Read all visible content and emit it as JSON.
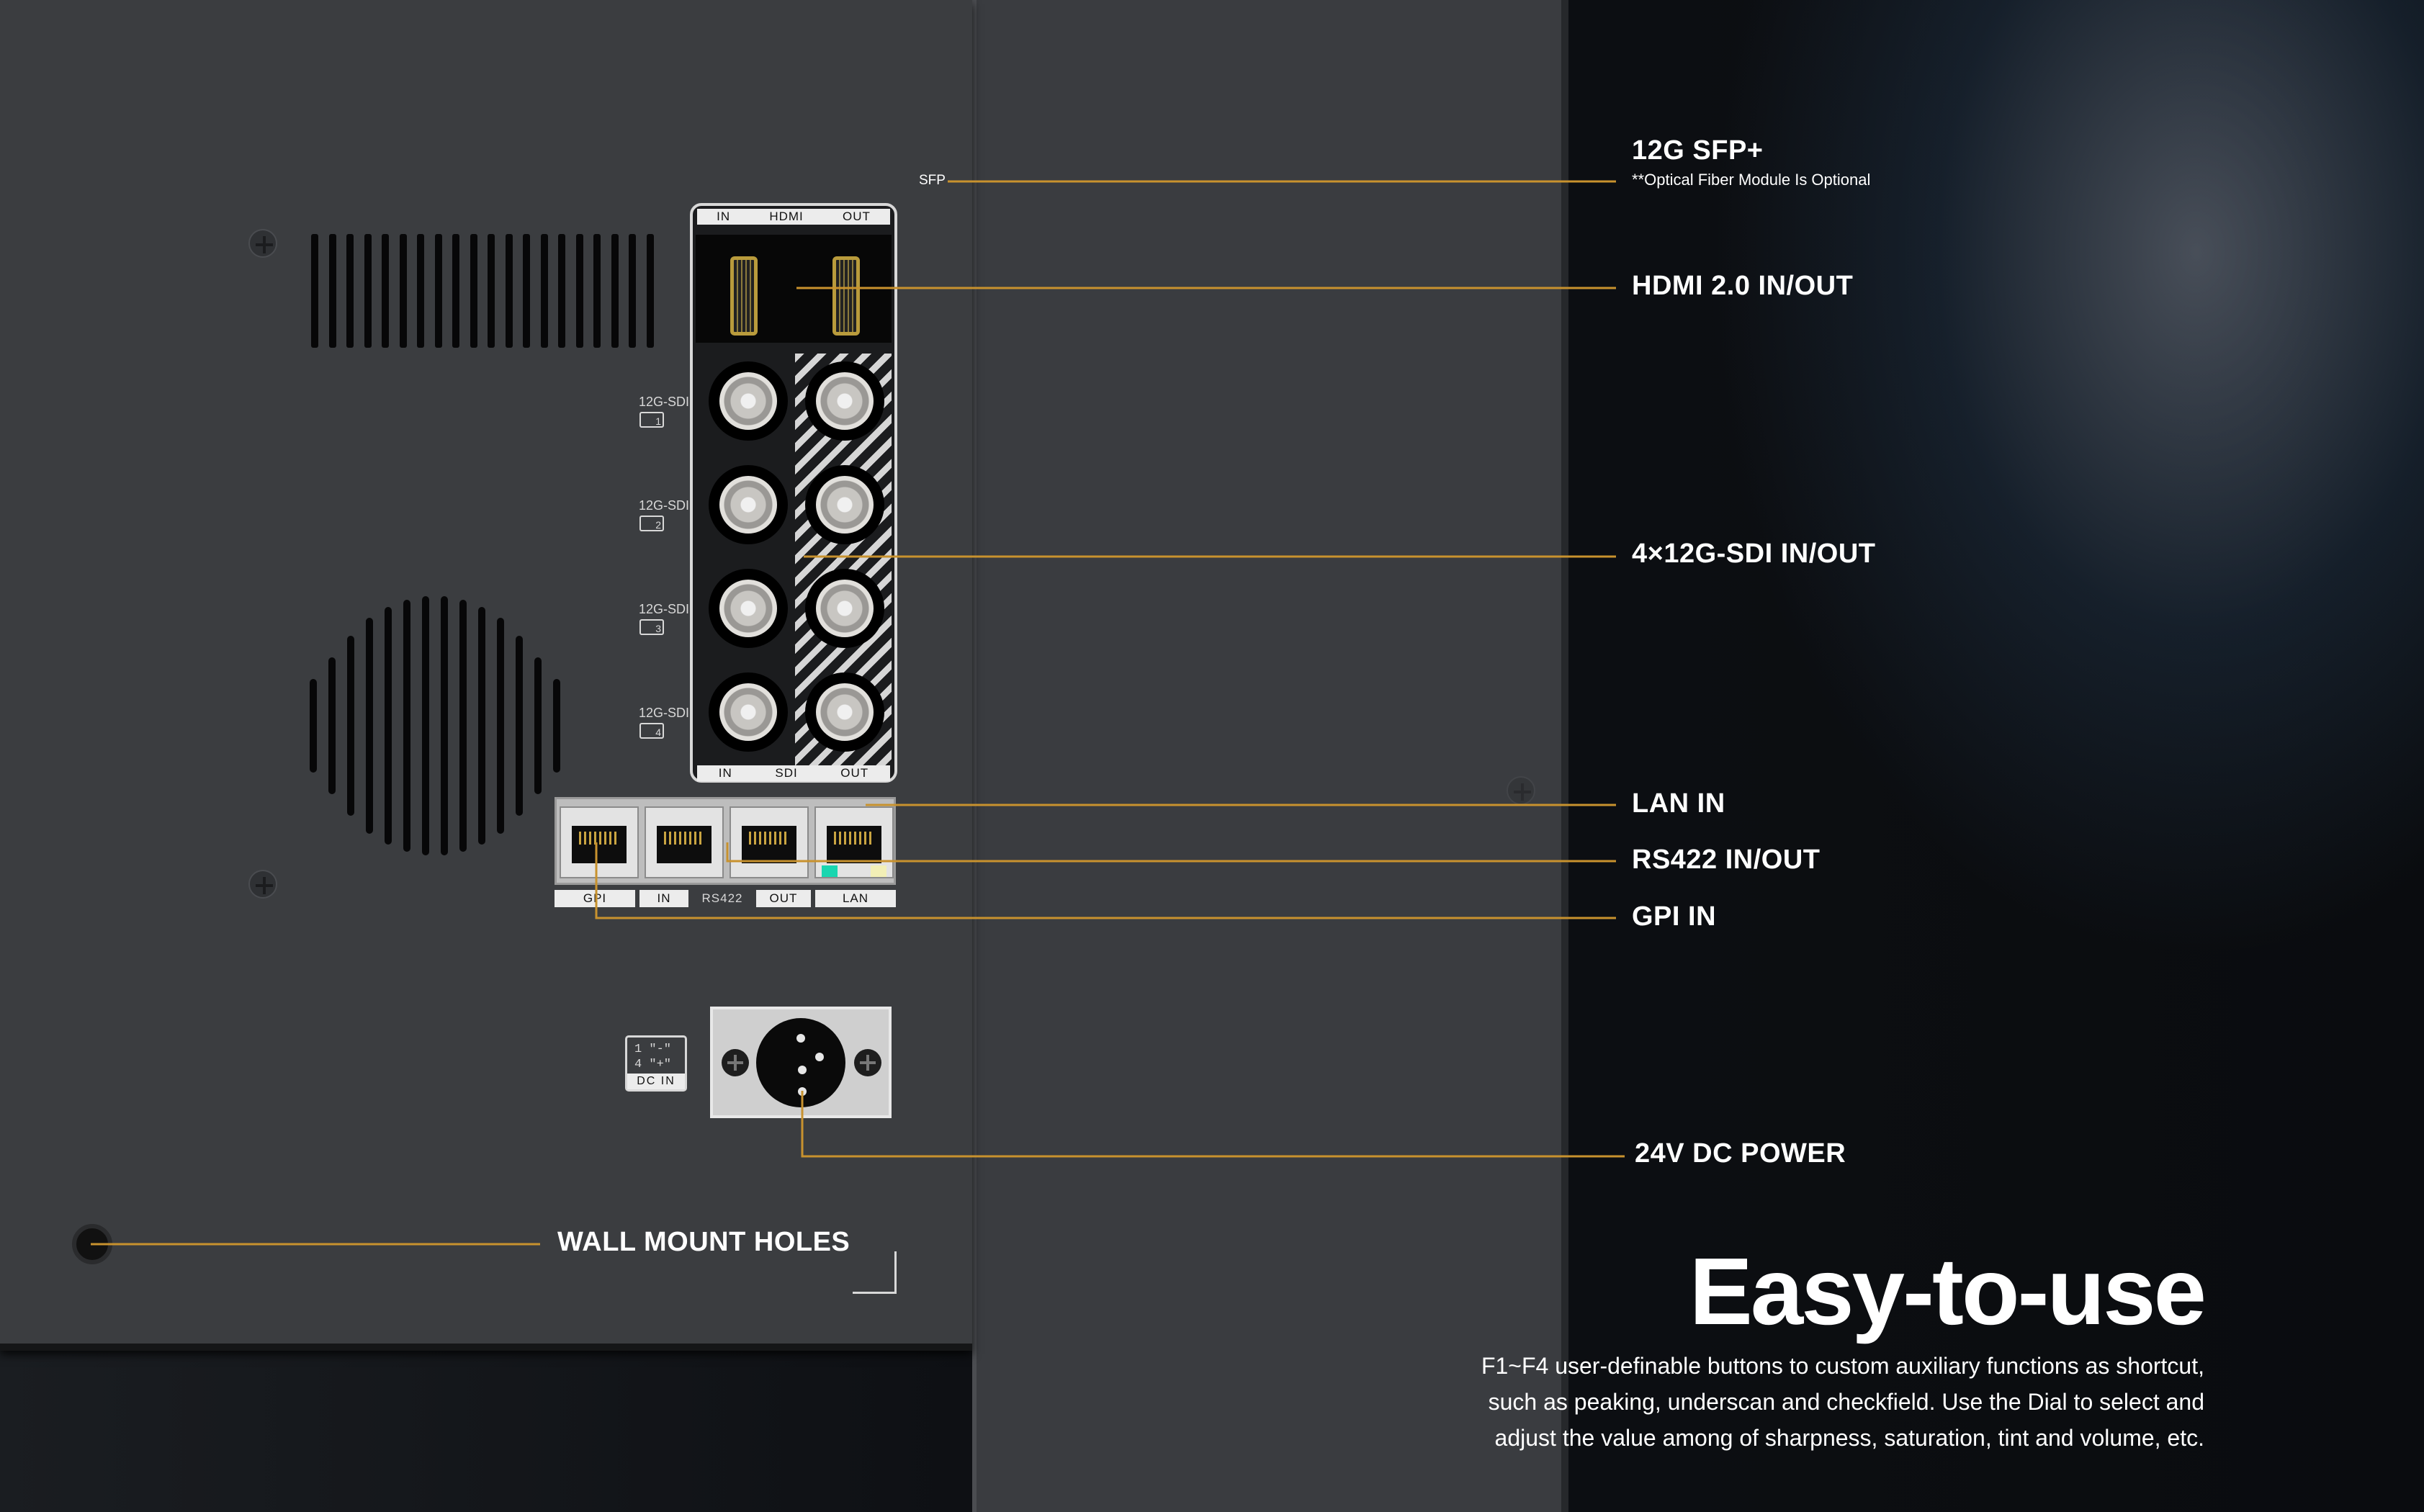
{
  "panel": {
    "hdmi_bar": {
      "in": "IN",
      "mid": "HDMI",
      "out": "OUT"
    },
    "sdi_bar": {
      "in": "IN",
      "mid": "SDI",
      "out": "OUT"
    },
    "sdi_labels": [
      "12G-SDI",
      "12G-SDI",
      "12G-SDI",
      "12G-SDI"
    ],
    "sdi_numbers": [
      "1",
      "2",
      "3",
      "4"
    ],
    "sfp_tag": "SFP",
    "rj_labels": {
      "gpi": "GPI",
      "in": "IN",
      "rs422": "RS422",
      "out": "OUT",
      "lan": "LAN"
    },
    "dc_badge": {
      "pins": "1 \"-\"\n4 \"+\"",
      "label": "DC IN"
    },
    "led_colors": {
      "green": "#19d6b0",
      "yellow": "#f2efb6"
    }
  },
  "callouts": {
    "sfp_title": "12G SFP+",
    "sfp_note": "**Optical Fiber Module Is Optional",
    "hdmi": "HDMI 2.0 IN/OUT",
    "sdi": "4×12G-SDI IN/OUT",
    "lan": "LAN IN",
    "rs422": "RS422 IN/OUT",
    "gpi": "GPI IN",
    "power": "24V DC POWER",
    "wall": "WALL MOUNT HOLES"
  },
  "feature": {
    "headline": "Easy-to-use",
    "description_lines": [
      "F1~F4 user-definable buttons to custom auxiliary functions as shortcut,",
      "such as peaking, underscan and checkfield. Use the Dial to select and",
      "adjust the value among of sharpness, saturation, tint and volume, etc."
    ]
  },
  "colors": {
    "leader_line": "#c8922e",
    "text": "#ffffff",
    "panel_frame": "#d8d8d8"
  }
}
